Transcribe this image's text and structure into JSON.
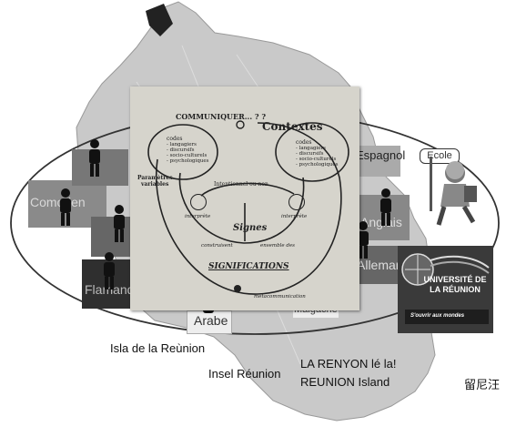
{
  "languages": {
    "comorien": "Comorien",
    "anglais": "Anglais",
    "flamand": "Flamand",
    "allemand": "Allemand",
    "espagnol": "Espagnol",
    "arabe": "Arabe",
    "malgache": "Malgache"
  },
  "island_names": {
    "spanish": "Isla de la Reùnion",
    "german": "Insel Réunion",
    "creole": "LA RENYON lé la!",
    "english": "REUNION Island",
    "chinese": "留尼汪"
  },
  "card": {
    "title": "COMMUNIQUER... ? ?",
    "contextes": "Contextes",
    "codes_left_title": "codes",
    "codes_left": [
      "- langagiers",
      "- discursifs",
      "- socio-culturels",
      "- psychologiques"
    ],
    "codes_right_title": "codes",
    "codes_right": [
      "- langagiers",
      "- discursifs",
      "- socio-culturels",
      "- psychologiques"
    ],
    "parametres": [
      "Paramètres",
      "variables"
    ],
    "intentionnel": "Intentionnel ou non",
    "interprete_left": "interprète",
    "interprete_right": "interprète",
    "signes": "Signes",
    "construisent": "construisent",
    "ensemble": "ensemble des",
    "significations": "SIGNIFICATIONS",
    "metacommunication": "métacommunication"
  },
  "ecole_sign": "Ecole",
  "university": {
    "name_line1": "UNIVERSITÉ DE",
    "name_line2": "LA RÉUNION",
    "tagline": "S'ouvrir aux mondes"
  },
  "colors": {
    "island": "#c9c9c9",
    "tile_dark": "#5a5a5a",
    "tile_mid": "#7a7a7a",
    "card": "#d6d4cc"
  }
}
